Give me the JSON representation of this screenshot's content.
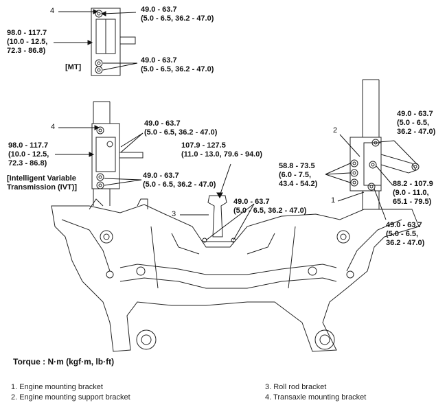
{
  "callouts": {
    "mt_bolt_top": "49.0 - 63.7\n(5.0 - 6.5, 36.2 - 47.0)",
    "mt_left": "98.0 - 117.7\n(10.0 - 12.5,\n72.3 - 86.8)",
    "mt_bolt_bottom": "49.0 - 63.7\n(5.0 - 6.5, 36.2 - 47.0)",
    "mt_tag": "[MT]",
    "ivt_bolt_top": "49.0 - 63.7\n(5.0 - 6.5, 36.2 - 47.0)",
    "ivt_left": "98.0 - 117.7\n(10.0 - 12.5,\n72.3 - 86.8)",
    "ivt_tag": "[Intelligent Variable\nTransmission (IVT)]",
    "ivt_bolt_bottom": "49.0 - 63.7\n(5.0 - 6.5, 36.2 - 47.0)",
    "roll_rod_top": "107.9 - 127.5\n(11.0 - 13.0, 79.6 - 94.0)",
    "roll_rod_bottom": "49.0 - 63.7\n(5.0 - 6.5, 36.2 - 47.0)",
    "right_top": "49.0 - 63.7\n(5.0 - 6.5,\n36.2 - 47.0)",
    "right_mid_left": "58.8 - 73.5\n(6.0 - 7.5,\n43.4 - 54.2)",
    "right_mid_right": "88.2 - 107.9\n(9.0 - 11.0,\n65.1 - 79.5)",
    "right_bottom": "49.0 - 63.7\n(5.0 - 6.5,\n36.2 - 47.0)"
  },
  "item_numbers": {
    "n4a": "4",
    "n4b": "4",
    "n3": "3",
    "n2": "2",
    "n1": "1"
  },
  "torque_unit": "Torque : N·m (kgf·m, lb·ft)",
  "legend": {
    "item1": "1. Engine mounting bracket",
    "item2": "2. Engine mounting support bracket",
    "item3": "3. Roll rod bracket",
    "item4": "4. Transaxle mounting bracket"
  }
}
